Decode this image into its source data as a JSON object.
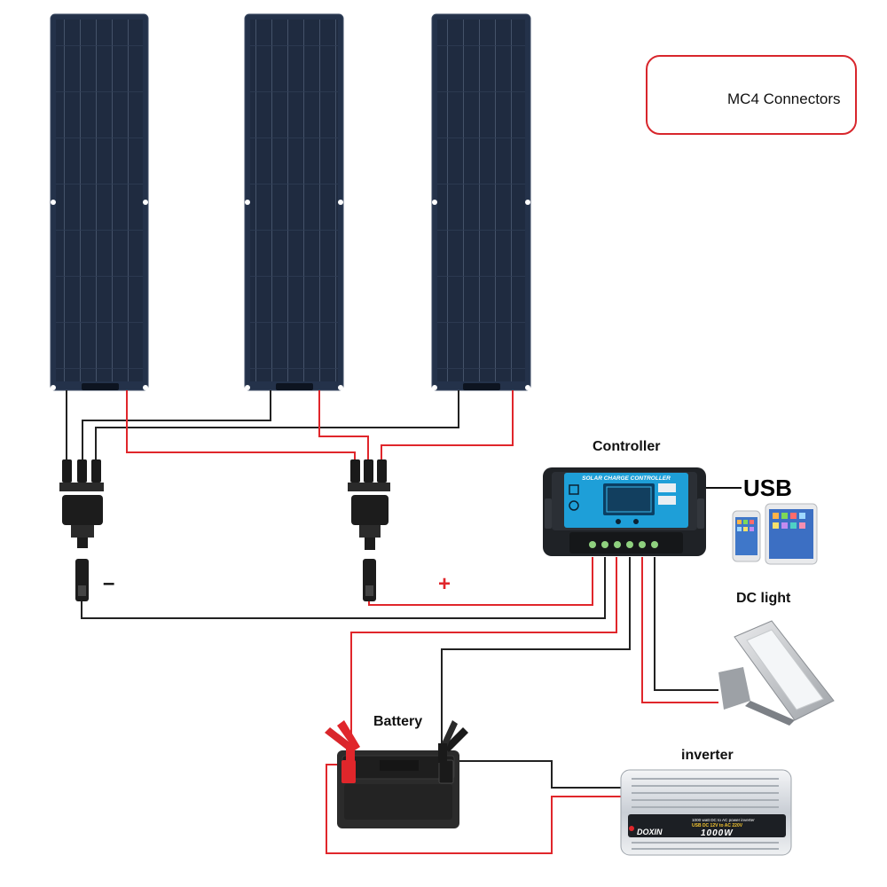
{
  "labels": {
    "mc4": "MC4 Connectors",
    "controller": "Controller",
    "usb": "USB",
    "dc_light": "DC light",
    "battery": "Battery",
    "inverter": "inverter",
    "minus": "–",
    "plus": "+"
  },
  "controller_face": {
    "title": "SOLAR CHARGE CONTROLLER"
  },
  "inverter_face": {
    "brand": "DOXIN",
    "line1": "1000 watt DC to AC power inverter",
    "line2": "USB DC 12V to AC 220V",
    "model": "1000W"
  },
  "colors": {
    "positive_wire": "#e0262b",
    "negative_wire": "#222222",
    "panel": "#1e2a3e",
    "controller_screen": "#1e9fd8",
    "battery_body": "#2b2b2b",
    "inverter_body": "#d9dde2",
    "callout_border": "#d8262c"
  },
  "icons": [
    "solar-panel-icon",
    "mc4-connector-icon",
    "branch-connector-icon",
    "charge-controller-icon",
    "phone-icon",
    "tablet-icon",
    "floodlight-icon",
    "battery-icon",
    "clamp-icon",
    "inverter-icon"
  ]
}
